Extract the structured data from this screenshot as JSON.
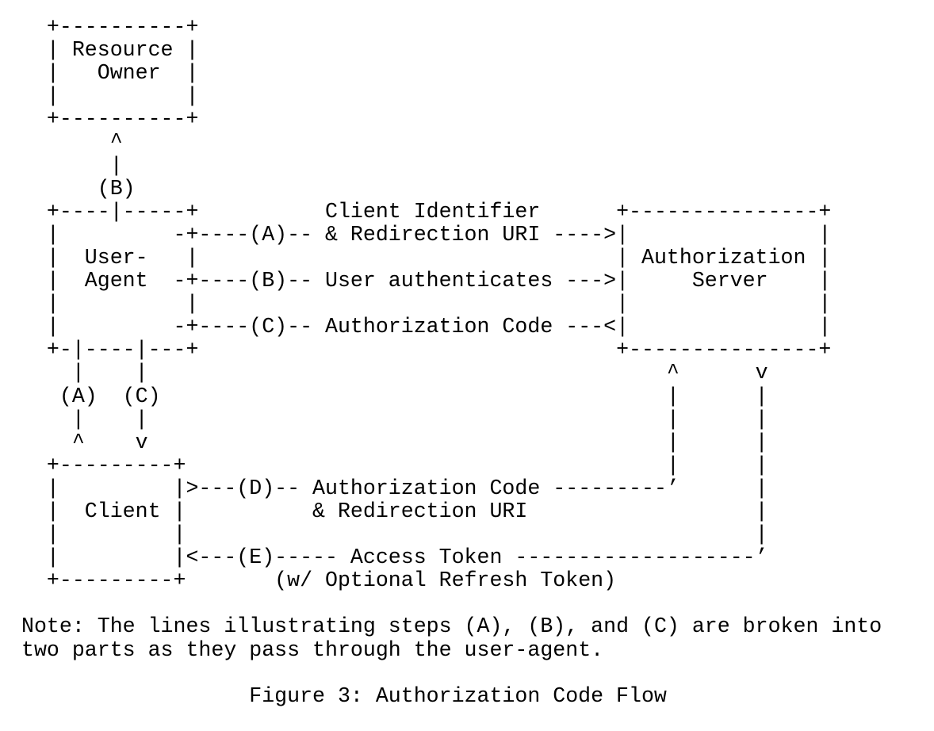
{
  "figure": {
    "caption": "Figure 3: Authorization Code Flow",
    "note_lines": [
      "Note: The lines illustrating steps (A), (B), and (C) are broken into",
      "two parts as they pass through the user-agent."
    ]
  },
  "diagram": {
    "ascii_lines": [
      "  +----------+",
      "  | Resource |",
      "  |   Owner  |",
      "  |          |",
      "  +----------+",
      "       ^",
      "       |",
      "      (B)",
      "  +----|-----+          Client Identifier      +---------------+",
      "  |         -+----(A)-- & Redirection URI ---->|               |",
      "  |  User-   |                                 | Authorization |",
      "  |  Agent  -+----(B)-- User authenticates --->|     Server    |",
      "  |          |                                 |               |",
      "  |         -+----(C)-- Authorization Code ---<|               |",
      "  +-|----|---+                                 +---------------+",
      "    |    |                                         ^      v",
      "   (A)  (C)                                        |      |",
      "    |    |                                         |      |",
      "    ^    v                                         |      |",
      "  +---------+                                      |      |",
      "  |         |>---(D)-- Authorization Code ---------’      |",
      "  |  Client |          & Redirection URI                  |",
      "  |         |                                             |",
      "  |         |<---(E)----- Access Token -------------------’",
      "  +---------+       (w/ Optional Refresh Token)"
    ],
    "actors": [
      "Resource Owner",
      "User-Agent",
      "Client",
      "Authorization Server"
    ],
    "steps": [
      {
        "id": "(A)",
        "label": "Client Identifier & Redirection URI"
      },
      {
        "id": "(B)",
        "label": "User authenticates"
      },
      {
        "id": "(C)",
        "label": "Authorization Code"
      },
      {
        "id": "(D)",
        "label": "Authorization Code & Redirection URI"
      },
      {
        "id": "(E)",
        "label": "Access Token (w/ Optional Refresh Token)"
      }
    ]
  },
  "colors": {
    "text": "#000000",
    "background": "#ffffff"
  }
}
